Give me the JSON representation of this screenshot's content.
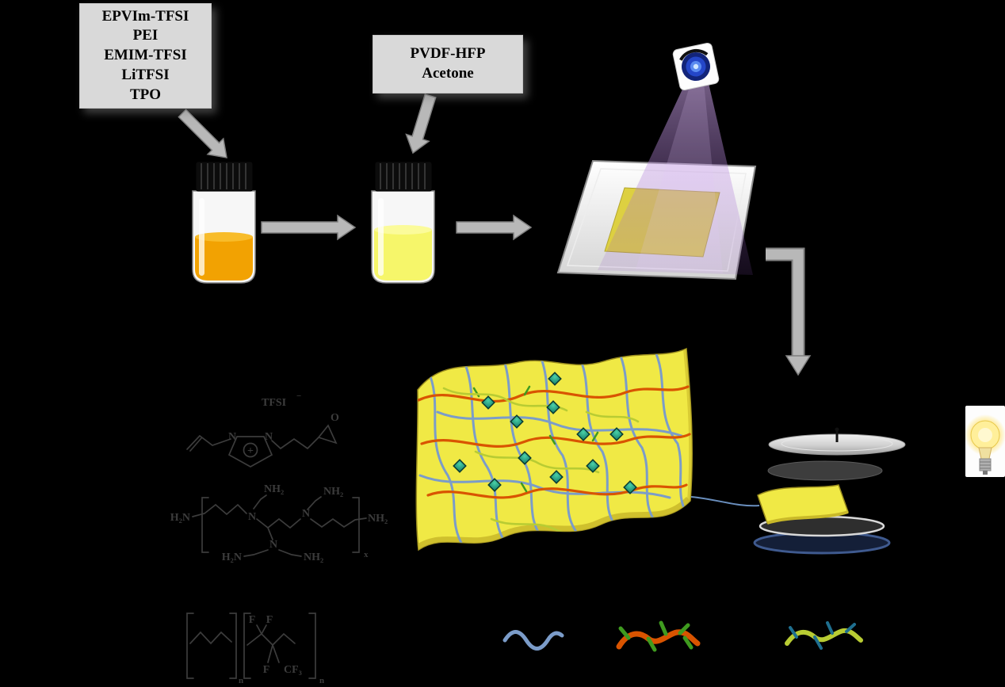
{
  "boxes": {
    "precursor": {
      "lines": [
        "EPVIm-TFSI",
        "PEI",
        "EMIM-TFSI",
        "LiTFSI",
        "TPO"
      ]
    },
    "polymer": {
      "lines": [
        "PVDF-HFP",
        "Acetone"
      ]
    }
  },
  "chem": {
    "epvim": {
      "tfsi": "TFSI",
      "minus": "−",
      "n_left": "N",
      "n_right": "N",
      "plus": "+",
      "o": "O"
    },
    "pei": {
      "h2n_left": "H₂N",
      "nh2_top1": "NH₂",
      "nh2_top2": "NH₂",
      "nh2_right": "NH₂",
      "n1": "N",
      "n2": "N",
      "n_bottom": "N",
      "h2n_bottom": "H₂N",
      "nh2_bottom": "NH₂",
      "sub_x": "x"
    },
    "pvdf": {
      "f_top1": "F",
      "f_top2": "F",
      "f_bottom": "F",
      "cf3": "CF₃",
      "sub_left": "n",
      "sub_right": "n"
    }
  },
  "legend": {
    "items": [
      {
        "name": "blue-linear-chain",
        "color": "#7b9cc9"
      },
      {
        "name": "orange-branched-chain",
        "color": "#d95400",
        "branch_color": "#3f9b1f"
      },
      {
        "name": "yellow-green-grafted-chain",
        "color": "#b8cc33",
        "branch_color": "#1f6f8f"
      }
    ]
  },
  "colors": {
    "background": "#000000",
    "box_fill": "#d9d9d9",
    "box_text": "#000000",
    "arrow": "#b8b8b8",
    "arrow_edge": "#7f7f7f",
    "vial1_liquid": "#f2a202",
    "vial2_liquid": "#f6f66a",
    "plate_film": "#ddd041",
    "uv_beam": "#9a6ac0",
    "membrane": "#f0e945",
    "membrane_shade": "#c9b929",
    "chain_pvdf": "#7b9cc9",
    "chain_pei": "#d95400",
    "chain_epvim": "#b8cc33",
    "diamond": "#1f8f7a",
    "chem": "#3c3c3c",
    "cell_navy": "#141f38",
    "bulb_glow": "#ffd84a",
    "legend_branch_green": "#3f9b1f",
    "legend_branch_teal": "#1f6f8f"
  }
}
